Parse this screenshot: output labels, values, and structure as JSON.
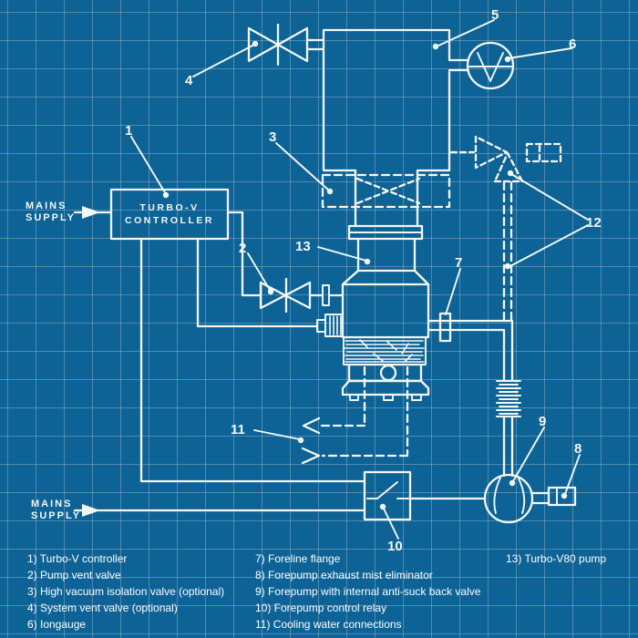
{
  "title": "Turbo-V pump system blueprint diagram",
  "colors": {
    "background": "#0d6296",
    "grid_line": "rgba(255,255,255,0.26)",
    "ink": "#f3f7f4"
  },
  "labels": {
    "mains_line1": "MAINS",
    "mains_line2": "SUPPLY",
    "controller_line1": "TURBO-V",
    "controller_line2": "CONTROLLER"
  },
  "callouts": {
    "c1": "1",
    "c2": "2",
    "c3": "3",
    "c4": "4",
    "c5": "5",
    "c6": "6",
    "c7": "7",
    "c8": "8",
    "c9": "9",
    "c10": "10",
    "c11": "11",
    "c12": "12",
    "c13": "13"
  },
  "legend": {
    "col1": [
      "1) Turbo-V controller",
      "2) Pump vent valve",
      "3) High vacuum isolation valve (optional)",
      "4) System vent valve (optional)",
      "6) Iongauge"
    ],
    "col2": [
      "7) Foreline flange",
      "8) Forepump exhaust mist eliminator",
      "9) Forepump with internal anti-suck back valve",
      "10) Forepump control relay",
      "11) Cooling water connections"
    ],
    "col3": [
      "13) Turbo-V80 pump"
    ]
  }
}
